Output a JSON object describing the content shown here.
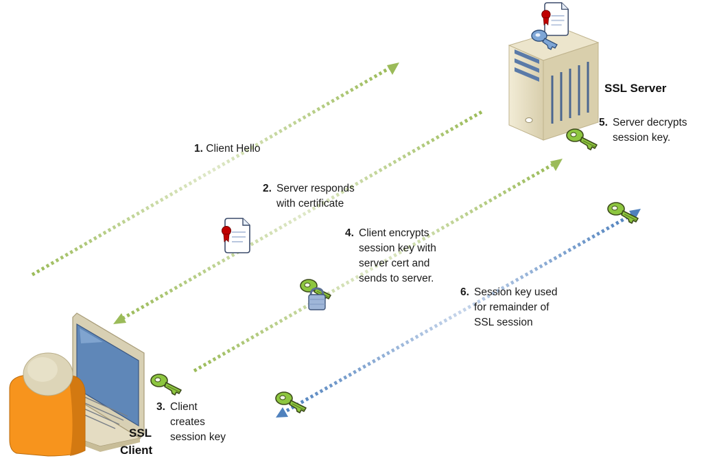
{
  "labels": {
    "server_title": "SSL Server",
    "client_title_line1": "SSL",
    "client_title_line2": "Client"
  },
  "steps": [
    {
      "num": "1.",
      "text": "Client Hello"
    },
    {
      "num": "2.",
      "text": "Server responds\nwith certificate"
    },
    {
      "num": "3.",
      "text": "Client\ncreates\nsession key"
    },
    {
      "num": "4.",
      "text": "Client encrypts\nsession key with\nserver cert and\nsends to server."
    },
    {
      "num": "5.",
      "text": "Server decrypts\nsession key."
    },
    {
      "num": "6.",
      "text": "Session key used\nfor remainder of\nSSL session"
    }
  ],
  "colors": {
    "green_arrow": "#9bbb59",
    "blue_arrow": "#4f81bd",
    "key_green": "#8dc63f",
    "person_orange": "#f7941d",
    "cert_red": "#c00000",
    "beige": "#ddd5b8"
  },
  "icons": [
    "server-icon",
    "laptop-icon",
    "person-icon",
    "certificate-icon",
    "key-icon",
    "padlock-icon"
  ]
}
